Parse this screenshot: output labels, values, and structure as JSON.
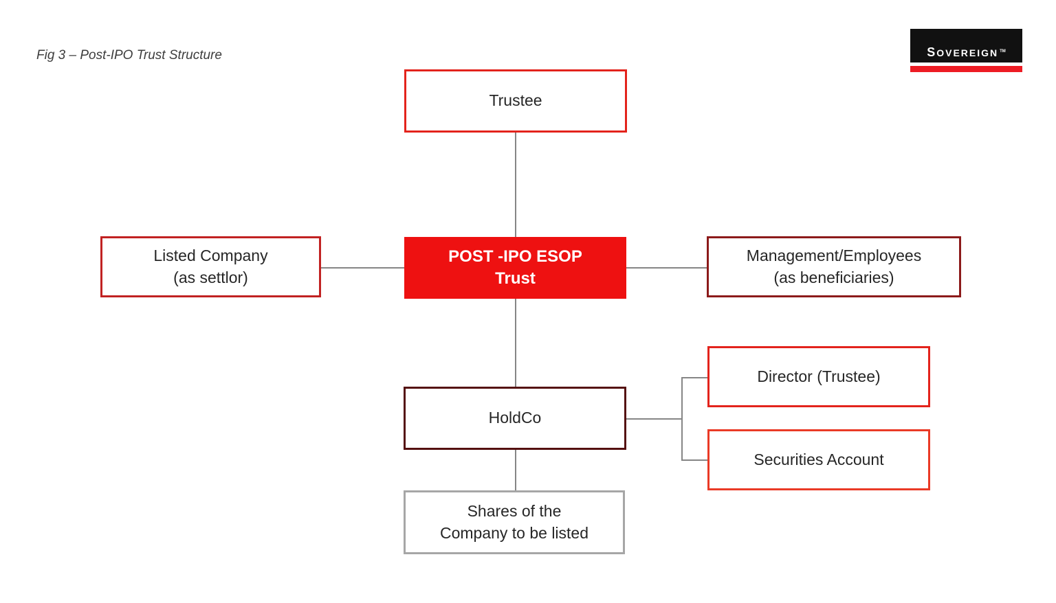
{
  "title": "Fig 3 – Post-IPO Trust Structure",
  "logo": {
    "brand": "Sovereign",
    "tm": "TM",
    "bar_color": "#ed1c24",
    "box_color": "#111111"
  },
  "colors": {
    "bright_red_border": "#e3231c",
    "crimson_border": "#c12222",
    "dark_red_border": "#8c1a1a",
    "maroon_border": "#541010",
    "orange_red_border": "#ea3a26",
    "gray_border": "#a6a6a6",
    "connector_gray": "#858585",
    "esop_fill": "#ee1111"
  },
  "diagram": {
    "nodes": {
      "trustee": {
        "label": "Trustee"
      },
      "listed_company": {
        "label": "Listed Company\n(as settlor)"
      },
      "esop_trust": {
        "label": "POST -IPO ESOP\nTrust"
      },
      "management": {
        "label": "Management/Employees\n(as beneficiaries)"
      },
      "holdco": {
        "label": "HoldCo"
      },
      "director": {
        "label": "Director (Trustee)"
      },
      "securities_account": {
        "label": "Securities Account"
      },
      "shares": {
        "label": "Shares of the\nCompany to be listed"
      }
    }
  }
}
